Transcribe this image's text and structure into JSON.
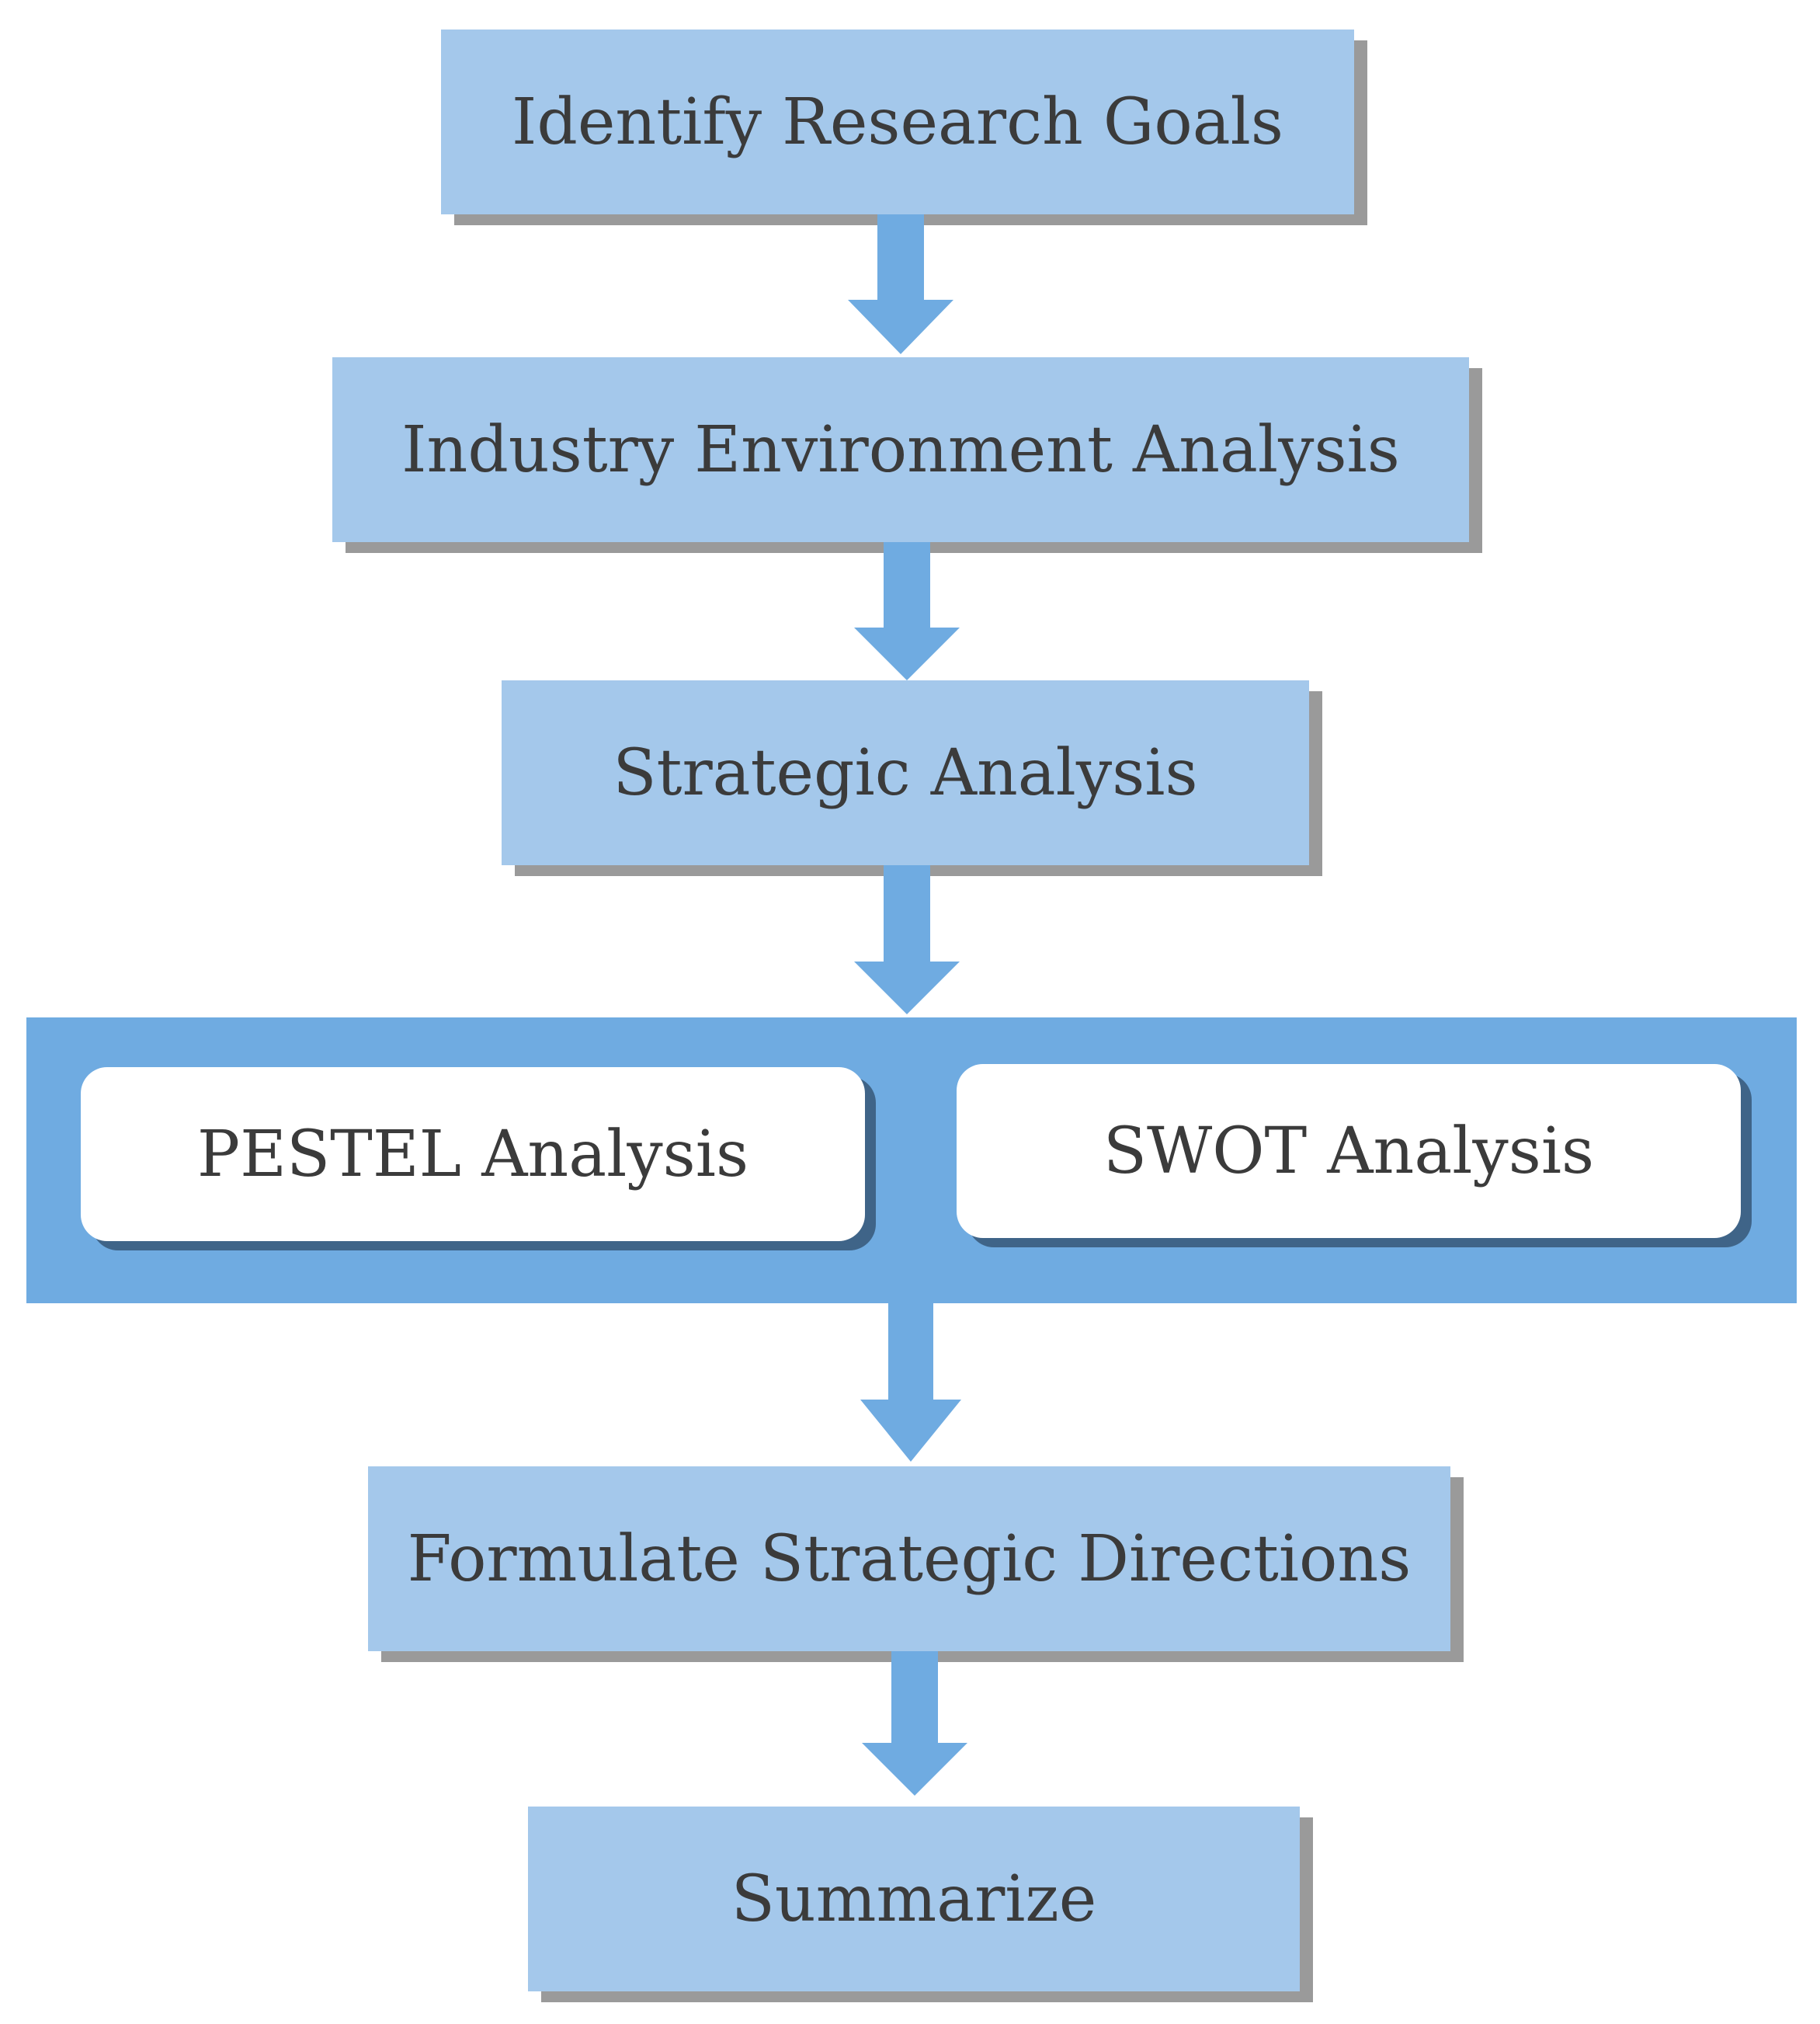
{
  "diagram": {
    "steps": {
      "identify_goals": "Identify Research Goals",
      "industry_env": "Industry Environment Analysis",
      "strategic": "Strategic Analysis",
      "formulate": "Formulate Strategic Directions",
      "summarize": "Summarize"
    },
    "analysis_methods": {
      "pestel": "PESTEL Analysis",
      "swot": "SWOT Analysis"
    },
    "colors": {
      "step_fill": "#a4c8eb",
      "arrow_fill": "#6fabe1",
      "band_fill": "#6fabe1",
      "card_fill": "#ffffff",
      "shadow": "#9a9a9a",
      "text": "#3b3b3b"
    }
  }
}
